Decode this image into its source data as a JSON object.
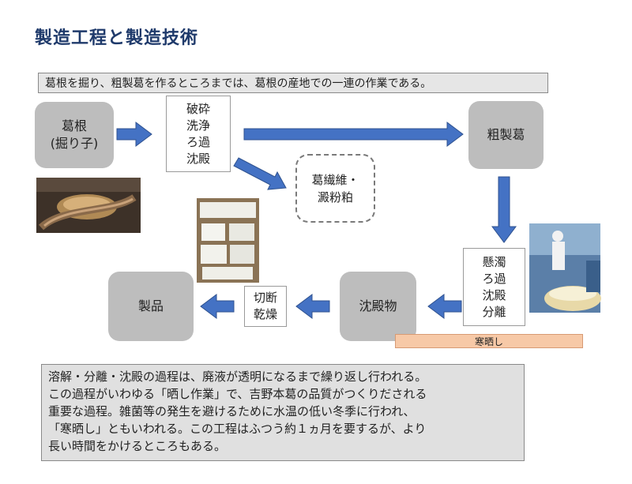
{
  "title": "製造工程と製造技術",
  "note": "葛根を掘り、粗製葛を作るところまでは、葛根の産地での一連の作業である。",
  "nodes": {
    "kudzu_root": "葛根\n(掘り子)",
    "step1": "破砕\n洗浄\nろ過\n沈殿",
    "crude": "粗製葛",
    "byproduct": "葛繊維・\n澱粉粕",
    "step2": "懸濁\nろ過\n沈殿\n分離",
    "sediment": "沈殿物",
    "step3": "切断\n乾燥",
    "product": "製品"
  },
  "band_label": "寒晒し",
  "description": "溶解・分離・沈殿の過程は、廃液が透明になるまで繰り返し行われる。\nこの過程がいわゆる「晒し作業」で、吉野本葛の品質がつくりだされる\n重要な過程。雑菌等の発生を避けるために水温の低い冬季に行われ、\n「寒晒し」ともいわれる。この工程はふつう約１ヵ月を要するが、より\n長い時間をかけるところもある。",
  "colors": {
    "arrow": "#4472c4",
    "arrow_stroke": "#2f528f",
    "box": "#bdbdbd",
    "band": "#f7c9a7"
  }
}
